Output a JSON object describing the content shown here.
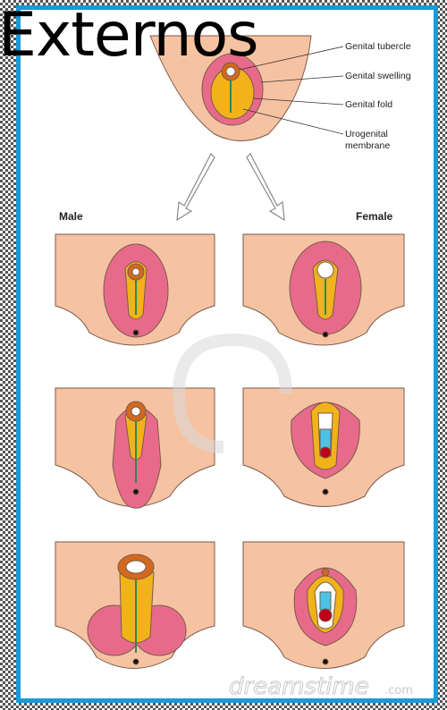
{
  "title": "Externos",
  "labels": {
    "genital_tubercle": "Genital tubercle",
    "genital_swelling": "Genital swelling",
    "genital_fold": "Genital fold",
    "urogenital_membrane_line1": "Urogenital",
    "urogenital_membrane_line2": "membrane"
  },
  "columns": {
    "male": "Male",
    "female": "Female"
  },
  "watermark": {
    "brand": "dreamstime",
    "suffix": ".com"
  },
  "colors": {
    "frame": "#1a9ad6",
    "skin": "#f6c3a2",
    "swelling": "#e86a8a",
    "fold": "#f1b21a",
    "tubercle": "#d2691e",
    "urethra": "#4cc3e6",
    "vagina": "#c0001a"
  }
}
